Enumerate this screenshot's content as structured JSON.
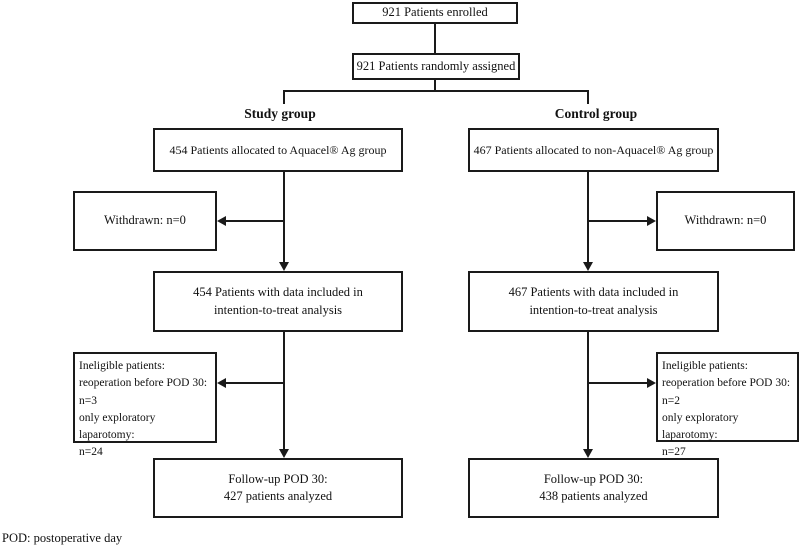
{
  "colors": {
    "line": "#1a1a1a",
    "background": "#ffffff"
  },
  "flow": {
    "enrolled": "921 Patients enrolled",
    "randomized": "921 Patients randomly assigned",
    "footnote": "POD: postoperative day",
    "study": {
      "label": "Study group",
      "allocated": "454 Patients allocated to Aquacel® Ag group",
      "withdrawn": "Withdrawn: n=0",
      "itt": [
        "454 Patients with data included in",
        "intention-to-treat analysis"
      ],
      "ineligible": [
        "Ineligible patients:",
        "reoperation before POD 30:",
        "n=3",
        "only exploratory laparotomy:",
        "n=24"
      ],
      "followup": [
        "Follow-up POD 30:",
        "427 patients analyzed"
      ]
    },
    "control": {
      "label": "Control group",
      "allocated": "467 Patients allocated to non-Aquacel® Ag group",
      "withdrawn": "Withdrawn: n=0",
      "itt": [
        "467 Patients with data included in",
        "intention-to-treat analysis"
      ],
      "ineligible": [
        "Ineligible patients:",
        "reoperation before POD 30:",
        "n=2",
        "only exploratory laparotomy:",
        "n=27"
      ],
      "followup": [
        "Follow-up POD 30:",
        "438 patients analyzed"
      ]
    }
  }
}
